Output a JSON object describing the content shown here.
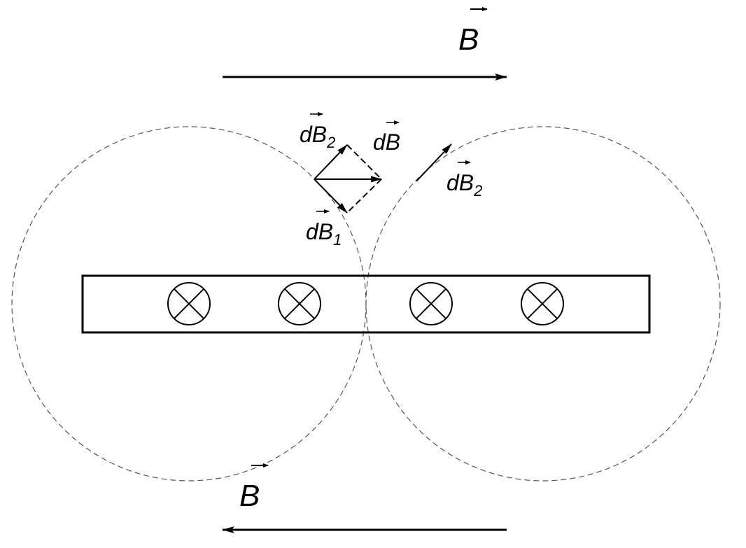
{
  "labels": {
    "B_top": "B",
    "B_bottom": "B",
    "dB": "dB",
    "dB1_base": "dB",
    "dB1_sub": "1",
    "dB2_base": "dB",
    "dB2_sub": "2",
    "dB2_right_base": "dB",
    "dB2_right_sub": "2"
  },
  "colors": {
    "stroke": "#000000",
    "dashed_circle": "#555555",
    "background": "#ffffff"
  },
  "wires": {
    "count": 4,
    "current_direction": "into-page"
  }
}
